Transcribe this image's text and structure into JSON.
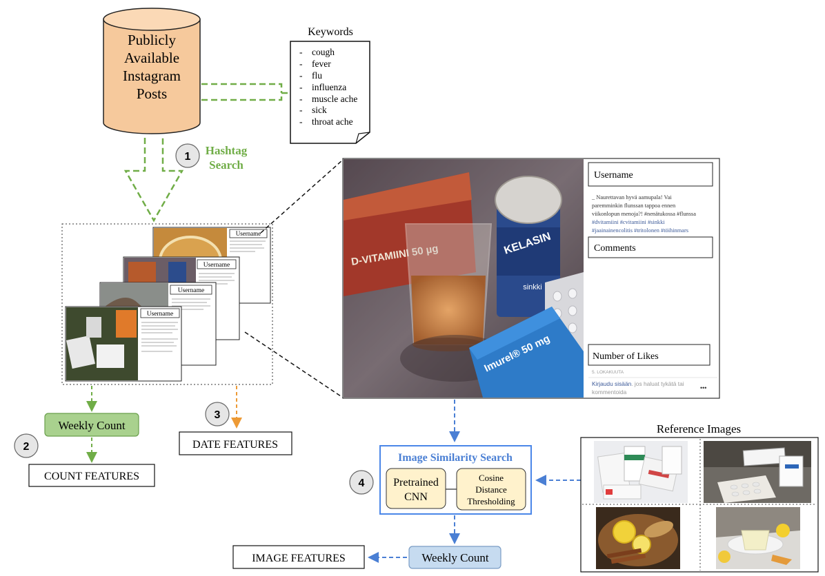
{
  "database": {
    "lines": [
      "Publicly",
      "Available",
      "Instagram",
      "Posts"
    ]
  },
  "keywords": {
    "title": "Keywords",
    "items": [
      "cough",
      "fever",
      "flu",
      "influenza",
      "muscle ache",
      "sick",
      "throat ache"
    ]
  },
  "steps": {
    "step1": {
      "number": "1",
      "label_lines": [
        "Hashtag",
        "Search"
      ]
    },
    "step2": {
      "number": "2"
    },
    "step3": {
      "number": "3"
    },
    "step4": {
      "number": "4"
    }
  },
  "thumbnails": {
    "username_label": "Username"
  },
  "post": {
    "username_label": "Username",
    "caption_lines": [
      "_ Naurettavan hyvä aamupala! Vai",
      "paremminkin flunssan tappoa ennen",
      "viikonlopun menoja?! #nenätukossa #flunssa",
      "#dvitamiini #cvitamiini #sinkki",
      "#jaainainencolitis #tritolonen #töihinmars"
    ],
    "comments_label": "Comments",
    "likes_label": "Number of Likes",
    "date_text": "5. LOKAKUUTA",
    "login_link": "Kirjaudu sisään",
    "login_rest": ". jos haluat tykätä tai",
    "login_line2": "kommentoida",
    "more": "•••",
    "photo_labels": {
      "box_left": "D-VITAMIINI 50 µg",
      "jar_brand": "KELASIN",
      "jar_sub": "sinkki",
      "imurel": "Imurel® 50 mg"
    }
  },
  "weekly_count_green": "Weekly Count",
  "count_features": "COUNT FEATURES",
  "date_features": "DATE FEATURES",
  "similarity": {
    "title": "Image Similarity Search",
    "cnn_lines": [
      "Pretrained",
      "CNN"
    ],
    "cosine_lines": [
      "Cosine",
      "Distance",
      "Thresholding"
    ]
  },
  "weekly_count_blue": "Weekly Count",
  "image_features": "IMAGE FEATURES",
  "reference": {
    "title": "Reference Images"
  },
  "colors": {
    "green_dash": "#70ad47",
    "orange_dash": "#ed9a35",
    "blue_dash": "#4a7fd4",
    "db_fill": "#f6c99c",
    "weekly_green_fill": "#a9d18e",
    "weekly_blue_fill": "#c6dbf0",
    "similarity_border": "#4a86e8",
    "similarity_title": "#4a7fd4",
    "inner_box_fill": "#fff2cc",
    "step_circle_fill": "#e6e6e6",
    "link_blue": "#3b5998"
  }
}
